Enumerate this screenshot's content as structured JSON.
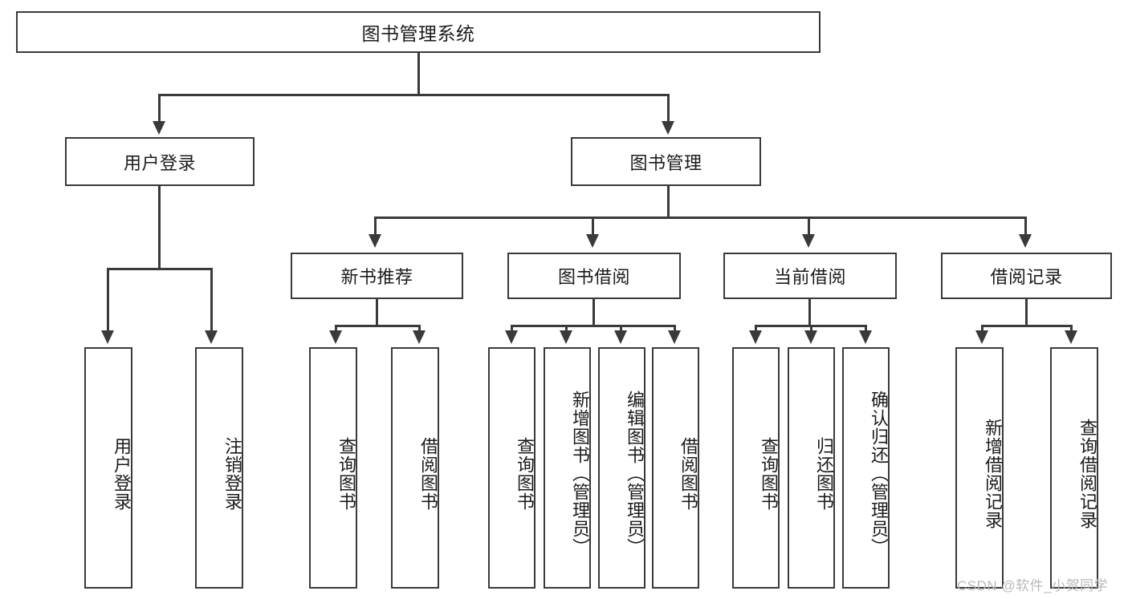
{
  "diagram": {
    "type": "hierarchy-tree",
    "title_node": {
      "label": "图书管理系统"
    },
    "level2": [
      {
        "id": "user-login",
        "label": "用户登录"
      },
      {
        "id": "book-management",
        "label": "图书管理"
      }
    ],
    "level3": [
      {
        "id": "new-book-recommend",
        "label": "新书推荐",
        "parent": "book-management"
      },
      {
        "id": "book-borrow",
        "label": "图书借阅",
        "parent": "book-management"
      },
      {
        "id": "current-borrow",
        "label": "当前借阅",
        "parent": "book-management"
      },
      {
        "id": "borrow-record",
        "label": "借阅记录",
        "parent": "book-management"
      }
    ],
    "leaves": {
      "user-login": [
        {
          "id": "leaf-user-login",
          "label": "用户登录"
        },
        {
          "id": "leaf-logout-login",
          "label": "注销登录"
        }
      ],
      "new-book-recommend": [
        {
          "id": "leaf-query-book-1",
          "label": "查询图书"
        },
        {
          "id": "leaf-borrow-book-1",
          "label": "借阅图书"
        }
      ],
      "book-borrow": [
        {
          "id": "leaf-query-book-2",
          "label": "查询图书"
        },
        {
          "id": "leaf-add-book-admin",
          "label": "新增图书（管理员）"
        },
        {
          "id": "leaf-edit-book-admin",
          "label": "编辑图书（管理员）"
        },
        {
          "id": "leaf-borrow-book-2",
          "label": "借阅图书"
        }
      ],
      "current-borrow": [
        {
          "id": "leaf-query-book-3",
          "label": "查询图书"
        },
        {
          "id": "leaf-return-book",
          "label": "归还图书"
        },
        {
          "id": "leaf-confirm-return-admin",
          "label": "确认归还（管理员）"
        }
      ],
      "borrow-record": [
        {
          "id": "leaf-add-borrow-record",
          "label": "新增借阅记录"
        },
        {
          "id": "leaf-query-borrow-record",
          "label": "查询借阅记录"
        }
      ]
    },
    "watermark": {
      "text": "CSDN @软件_小贺同学"
    },
    "colors": {
      "stroke": "#3a3a3a",
      "text": "#1b1b1b",
      "background": "#ffffff",
      "watermark": "#b9b9b9"
    }
  }
}
